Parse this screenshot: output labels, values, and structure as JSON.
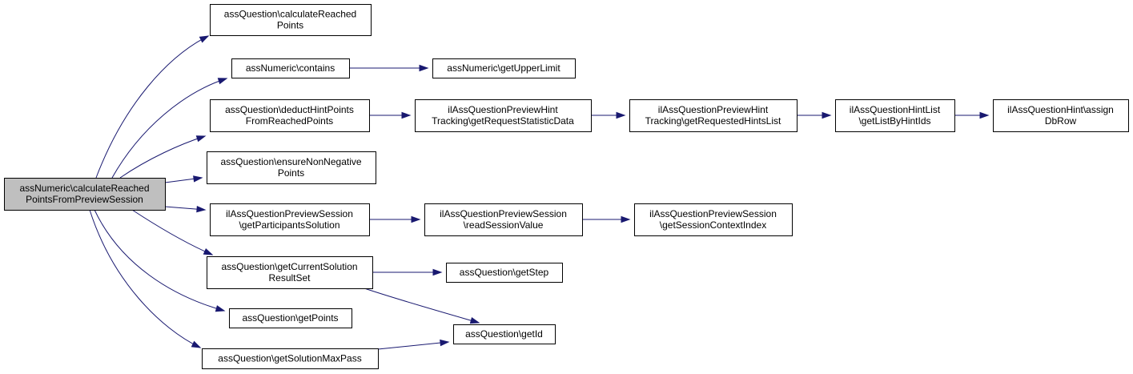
{
  "graph": {
    "nodes": [
      {
        "id": "root",
        "lines": [
          "assNumeric\\calculateReached",
          "PointsFromPreviewSession"
        ],
        "root": true
      },
      {
        "id": "n1",
        "lines": [
          "assQuestion\\calculateReached",
          "Points"
        ]
      },
      {
        "id": "n2",
        "lines": [
          "assNumeric\\contains"
        ]
      },
      {
        "id": "n3",
        "lines": [
          "assNumeric\\getUpperLimit"
        ]
      },
      {
        "id": "n4",
        "lines": [
          "assQuestion\\deductHintPoints",
          "FromReachedPoints"
        ]
      },
      {
        "id": "n5",
        "lines": [
          "ilAssQuestionPreviewHint",
          "Tracking\\getRequestStatisticData"
        ]
      },
      {
        "id": "n6",
        "lines": [
          "ilAssQuestionPreviewHint",
          "Tracking\\getRequestedHintsList"
        ]
      },
      {
        "id": "n7",
        "lines": [
          "ilAssQuestionHintList",
          "\\getListByHintIds"
        ]
      },
      {
        "id": "n8",
        "lines": [
          "ilAssQuestionHint\\assign",
          "DbRow"
        ]
      },
      {
        "id": "n9",
        "lines": [
          "assQuestion\\ensureNonNegative",
          "Points"
        ]
      },
      {
        "id": "n10",
        "lines": [
          "ilAssQuestionPreviewSession",
          "\\getParticipantsSolution"
        ]
      },
      {
        "id": "n11",
        "lines": [
          "ilAssQuestionPreviewSession",
          "\\readSessionValue"
        ]
      },
      {
        "id": "n12",
        "lines": [
          "ilAssQuestionPreviewSession",
          "\\getSessionContextIndex"
        ]
      },
      {
        "id": "n13",
        "lines": [
          "assQuestion\\getCurrentSolution",
          "ResultSet"
        ]
      },
      {
        "id": "n14",
        "lines": [
          "assQuestion\\getStep"
        ]
      },
      {
        "id": "n15",
        "lines": [
          "assQuestion\\getId"
        ]
      },
      {
        "id": "n16",
        "lines": [
          "assQuestion\\getPoints"
        ]
      },
      {
        "id": "n17",
        "lines": [
          "assQuestion\\getSolutionMaxPass"
        ]
      }
    ],
    "edges": [
      {
        "from": "root",
        "to": "n1"
      },
      {
        "from": "root",
        "to": "n2"
      },
      {
        "from": "root",
        "to": "n4"
      },
      {
        "from": "root",
        "to": "n9"
      },
      {
        "from": "root",
        "to": "n10"
      },
      {
        "from": "root",
        "to": "n13"
      },
      {
        "from": "root",
        "to": "n16"
      },
      {
        "from": "root",
        "to": "n17"
      },
      {
        "from": "n2",
        "to": "n3"
      },
      {
        "from": "n4",
        "to": "n5"
      },
      {
        "from": "n5",
        "to": "n6"
      },
      {
        "from": "n6",
        "to": "n7"
      },
      {
        "from": "n7",
        "to": "n8"
      },
      {
        "from": "n10",
        "to": "n11"
      },
      {
        "from": "n11",
        "to": "n12"
      },
      {
        "from": "n13",
        "to": "n14"
      },
      {
        "from": "n13",
        "to": "n15"
      },
      {
        "from": "n17",
        "to": "n15"
      }
    ],
    "colors": {
      "edge": "#191970",
      "root_fill": "#bfbfbf",
      "node_fill": "#ffffff",
      "node_border": "#000000"
    }
  }
}
